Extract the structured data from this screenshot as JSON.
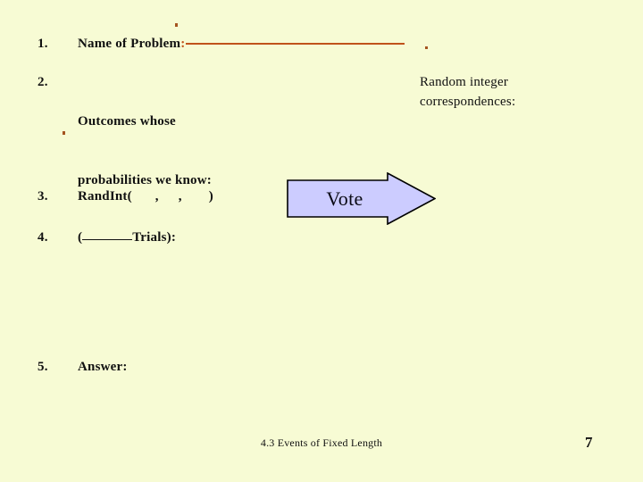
{
  "slide": {
    "background_color": "#f7fbd4",
    "accent_color": "#c0521a",
    "text_color": "#111111"
  },
  "items": [
    {
      "number": "1.",
      "label": "Name of Problem",
      "colon": ":",
      "has_blank_rule": true
    },
    {
      "number": "2.",
      "line1": "Outcomes whose",
      "line2": "probabilities we know:"
    },
    {
      "number": "3.",
      "prefix": "RandInt(",
      "comma1": ",",
      "comma2": ",",
      "suffix": ")"
    },
    {
      "number": "4.",
      "open_paren": "(",
      "trials": "Trials):"
    },
    {
      "number": "5.",
      "label": "Answer:"
    }
  ],
  "right_column": {
    "line1": "Random integer",
    "line2": "correspondences:"
  },
  "callout": {
    "label": "Vote",
    "shape": "block-arrow-right",
    "fill_color": "#ccccff",
    "stroke_color": "#000000"
  },
  "footer": {
    "title": "4.3  Events of Fixed Length",
    "page_number": "7"
  }
}
